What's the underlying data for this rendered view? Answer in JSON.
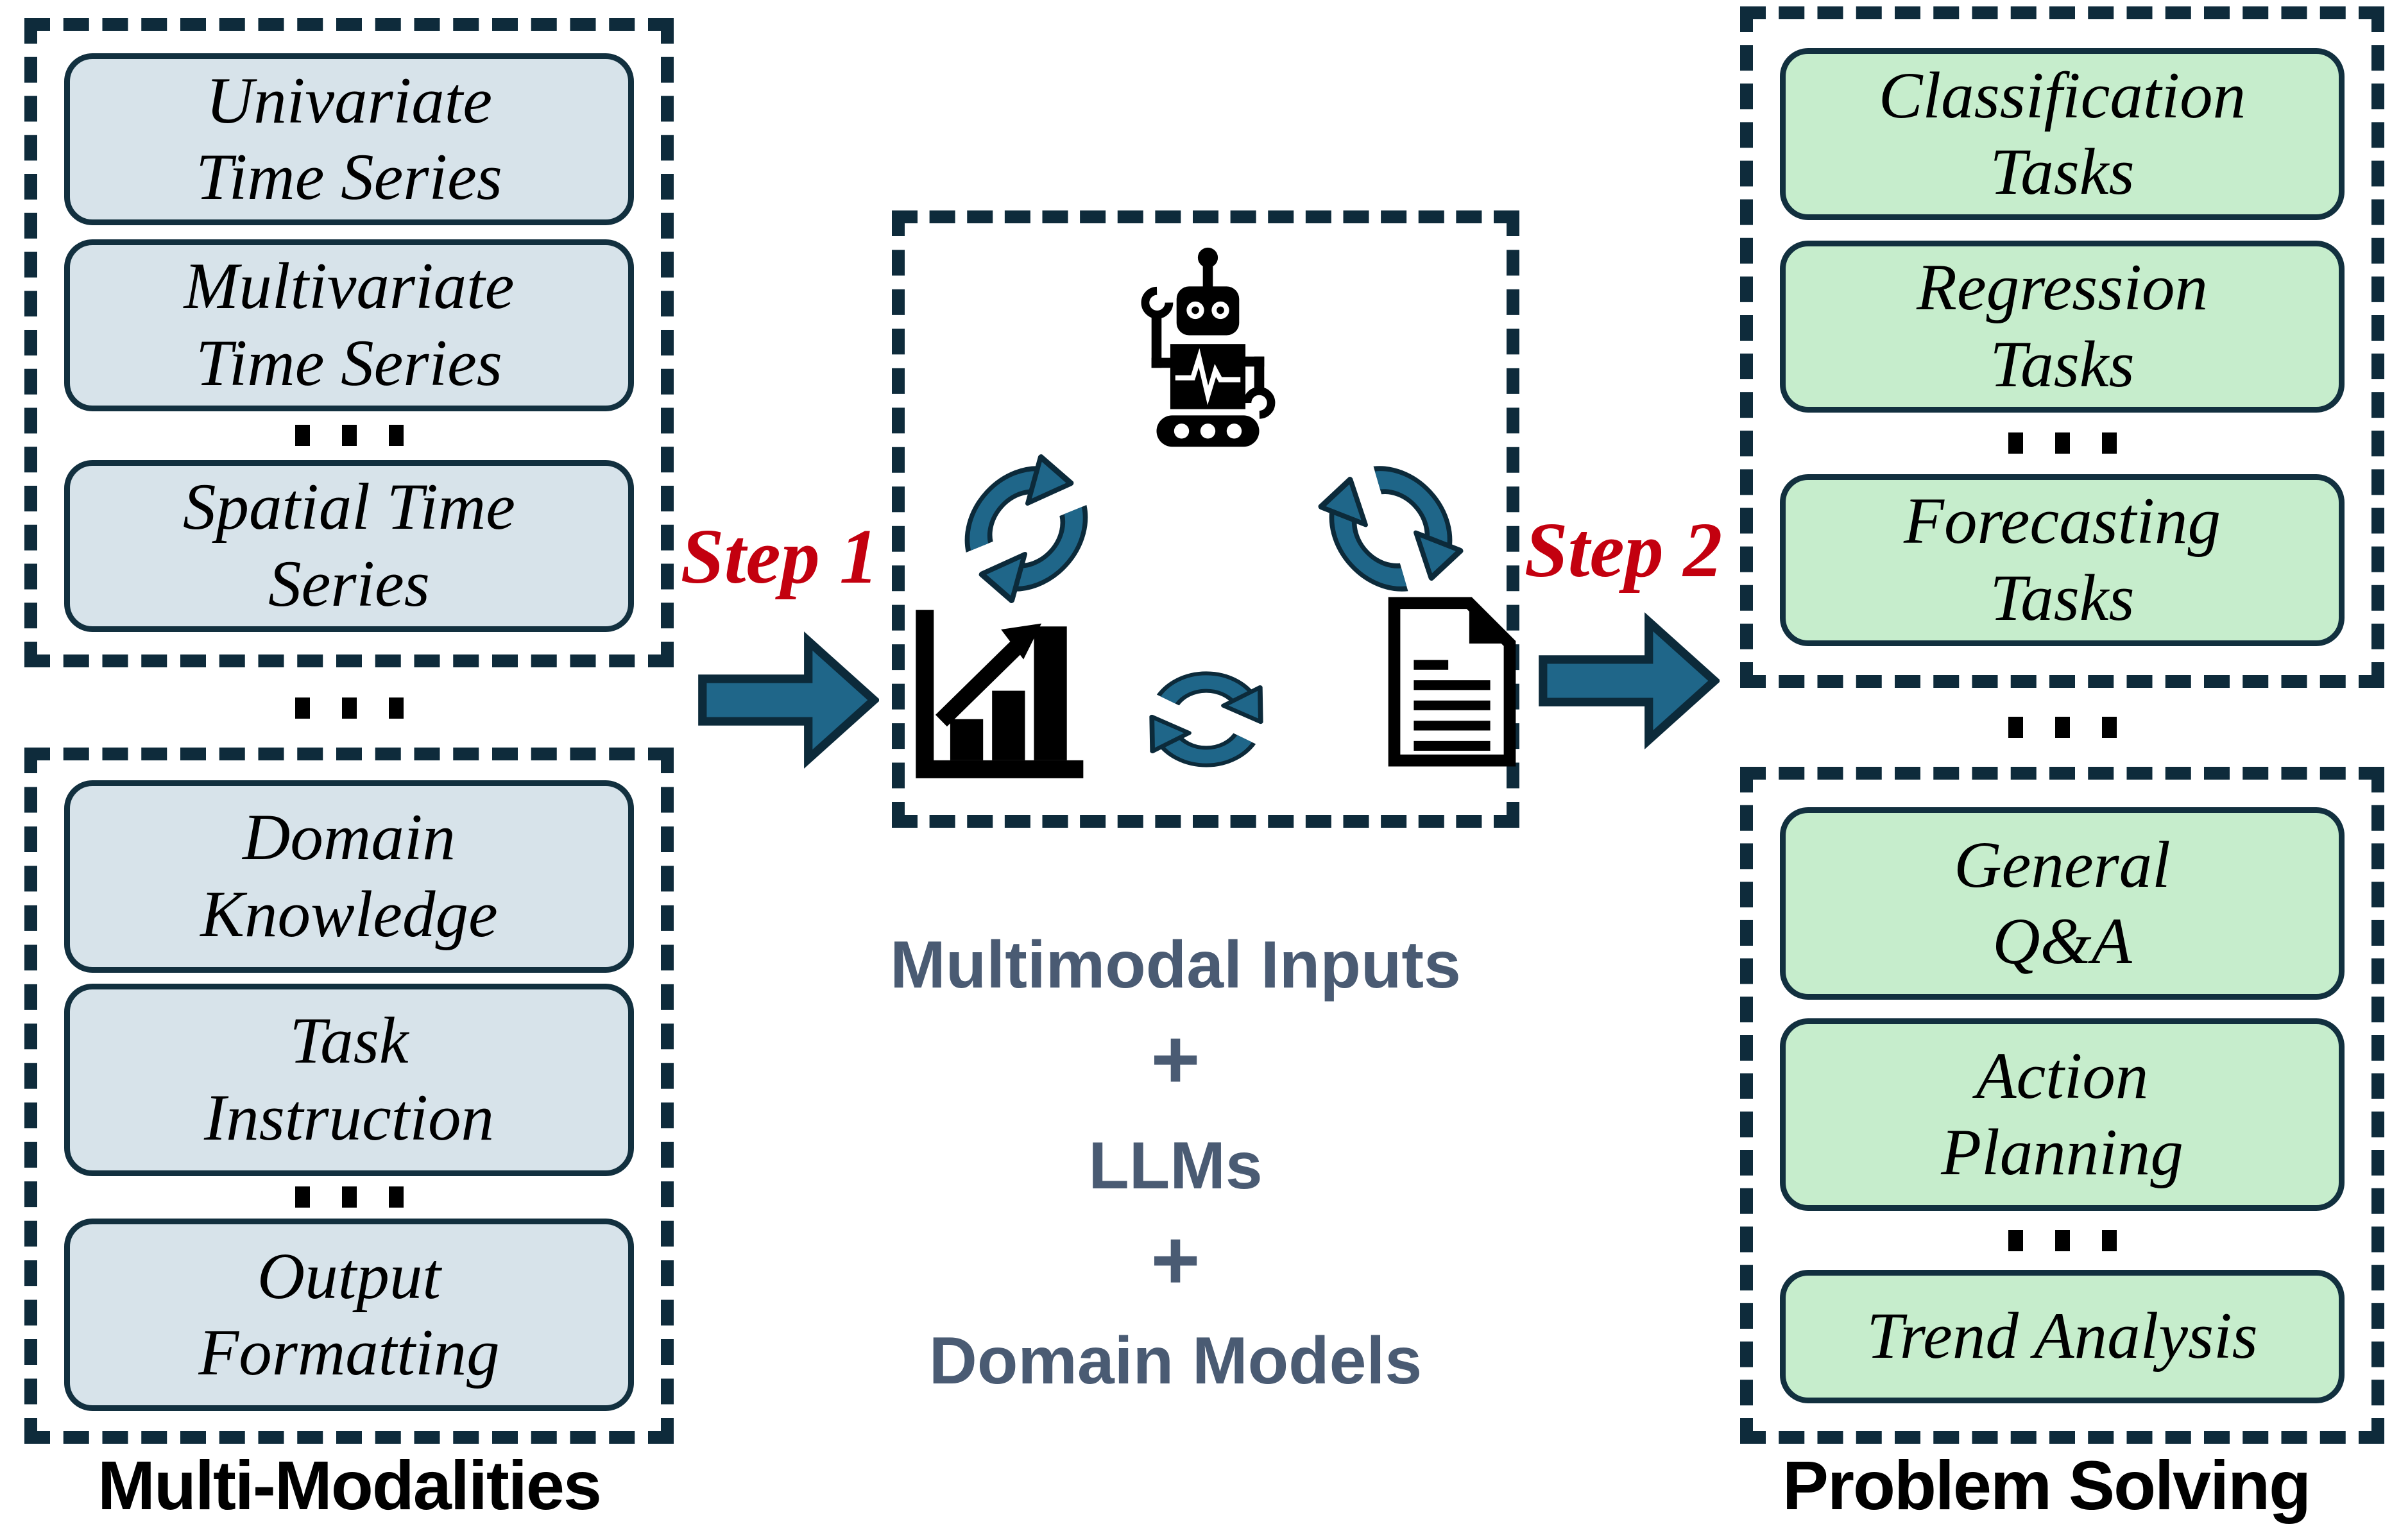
{
  "left_column": {
    "label": "Multi-Modalities",
    "top_group": {
      "items": [
        "Univariate\nTime Series",
        "Multivariate\nTime Series",
        "Spatial Time\nSeries"
      ],
      "dots": "..."
    },
    "between_dots": "...",
    "bottom_group": {
      "items": [
        "Domain\nKnowledge",
        "Task\nInstruction",
        "Output\nFormatting"
      ],
      "dots": "..."
    }
  },
  "center": {
    "caption": {
      "line1": "Multimodal Inputs",
      "plus1": "+",
      "line2": "LLMs",
      "plus2": "+",
      "line3": "Domain Models"
    },
    "icons": {
      "robot": "robot-icon",
      "cycle_left": "cycle-arrows-icon",
      "cycle_right": "cycle-arrows-icon",
      "cycle_bottom": "cycle-arrows-icon",
      "bar_chart": "bar-chart-icon",
      "document": "document-icon"
    }
  },
  "steps": {
    "step1": "Step 1",
    "step2": "Step 2"
  },
  "right_column": {
    "label": "Problem Solving",
    "top_group": {
      "items": [
        "Classification\nTasks",
        "Regression\nTasks",
        "Forecasting\nTasks"
      ],
      "dots": "..."
    },
    "between_dots": "...",
    "bottom_group": {
      "items": [
        "General\nQ&A",
        "Action\nPlanning",
        "Trend Analysis"
      ],
      "dots": "..."
    }
  },
  "colors": {
    "dash_border": "#0e2b3b",
    "card_border": "#12303f",
    "blue_fill": "#d7e3ea",
    "green_fill": "#c6edcc",
    "arrow_fill": "#1f6689",
    "step_red": "#c3000f",
    "caption_slate": "#4a5b73",
    "icon_black": "#000000"
  }
}
